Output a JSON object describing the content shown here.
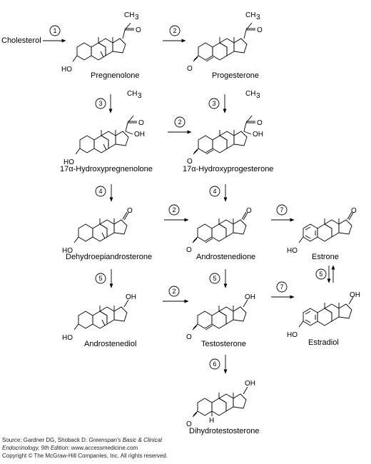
{
  "compounds": {
    "cholesterol": "Cholesterol",
    "pregnenolone": "Pregnenolone",
    "progesterone": "Progesterone",
    "hydroxypregnenolone": "17α-Hydroxypregnenolone",
    "hydroxyprogesterone": "17α-Hydroxyprogesterone",
    "dhea": "Dehydroepiandrosterone",
    "androstenedione": "Androstenedione",
    "estrone": "Estrone",
    "androstenediol": "Androstenediol",
    "testosterone": "Testosterone",
    "estradiol": "Estradiol",
    "dht": "Dihydrotestosterone"
  },
  "atoms": {
    "methyl": "CH",
    "methyl_sub": "3",
    "carbonyl_o": "O",
    "hydroxyl": "HO",
    "oh": "OH",
    "hydrogen": "H"
  },
  "enzymes": [
    "1",
    "2",
    "3",
    "4",
    "5",
    "6",
    "7"
  ],
  "source": {
    "line1_prefix": "Source: Gardner DG, Shoback D: ",
    "line1_title": "Greenspan's Basic & Clinical",
    "line2_title": "Endocrinology, 9th Edition",
    "line2_suffix": ": www.accessmedicine.com",
    "copyright": "Copyright © The McGraw-Hill Companies, Inc. All rights reserved."
  }
}
